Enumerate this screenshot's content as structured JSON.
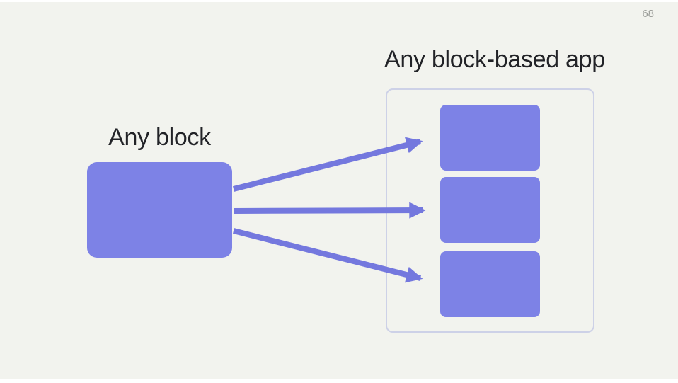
{
  "page": {
    "number": "68"
  },
  "labels": {
    "source_block": "Any block",
    "target_app": "Any block-based app"
  },
  "colors": {
    "page_bg": "#FFFFFF",
    "background": "#F2F3EE",
    "block_fill": "#7D82E6",
    "arrow": "#7478DE",
    "container_border": "#CDD1E7",
    "heading_text": "#222327",
    "page_number_text": "#9B9D99"
  },
  "diagram": {
    "source_blocks": 1,
    "target_blocks": 3,
    "arrows": 3
  }
}
